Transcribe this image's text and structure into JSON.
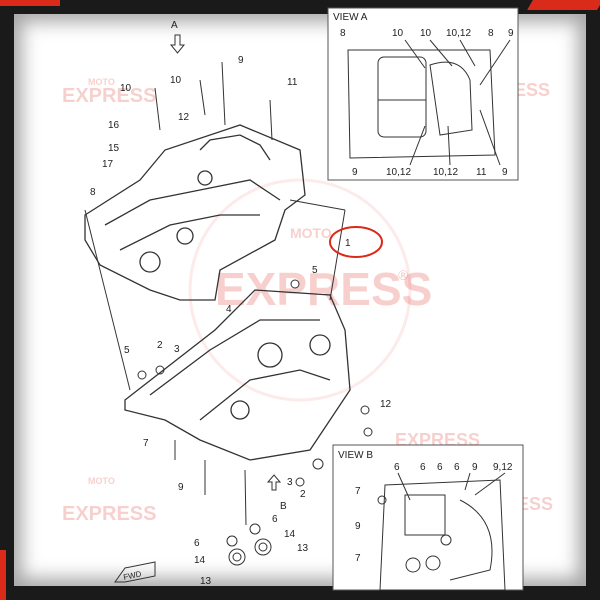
{
  "watermark": {
    "top": "MOTO",
    "brand": "EXPRESS",
    "mark": "®"
  },
  "colors": {
    "highlight": "#d92a1a",
    "line": "#333333",
    "watermark": "#e35a50"
  },
  "view_a": {
    "title": "VIEW A",
    "labels_top": [
      "8",
      "10",
      "10",
      "10,12",
      "8",
      "9"
    ],
    "labels_bottom": [
      "9",
      "10,12",
      "10,12",
      "11",
      "9"
    ]
  },
  "view_b": {
    "title": "VIEW B",
    "labels_top": [
      "6",
      "6",
      "6",
      "6",
      "9",
      "9,12"
    ],
    "labels_left": [
      "7",
      "9",
      "7"
    ]
  },
  "main": {
    "arrow_a": "A",
    "arrow_b": "B",
    "fwd": "FWD",
    "highlighted_part": "1",
    "labels": [
      "9",
      "10",
      "10",
      "11",
      "12",
      "16",
      "15",
      "17",
      "8",
      "5",
      "4",
      "5",
      "2",
      "3",
      "12",
      "7",
      "9",
      "6",
      "14",
      "13",
      "6",
      "14",
      "13",
      "3",
      "2"
    ]
  }
}
